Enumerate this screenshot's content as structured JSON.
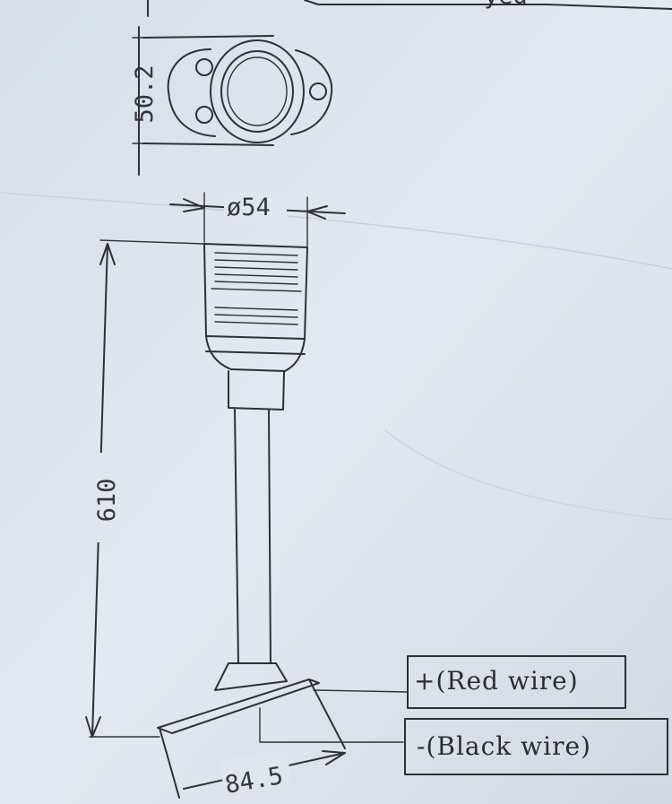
{
  "drawing": {
    "top_caption_fragment": "yed",
    "dimensions": {
      "mount_height": "50.2",
      "lamp_diameter": "ø54",
      "total_height": "610",
      "base_length": "84.5"
    },
    "wire_labels": {
      "positive": "+(Red wire)",
      "negative": "-(Black wire)"
    },
    "colors": {
      "paper": "#dfe6ee",
      "ink": "#2f3034"
    }
  }
}
